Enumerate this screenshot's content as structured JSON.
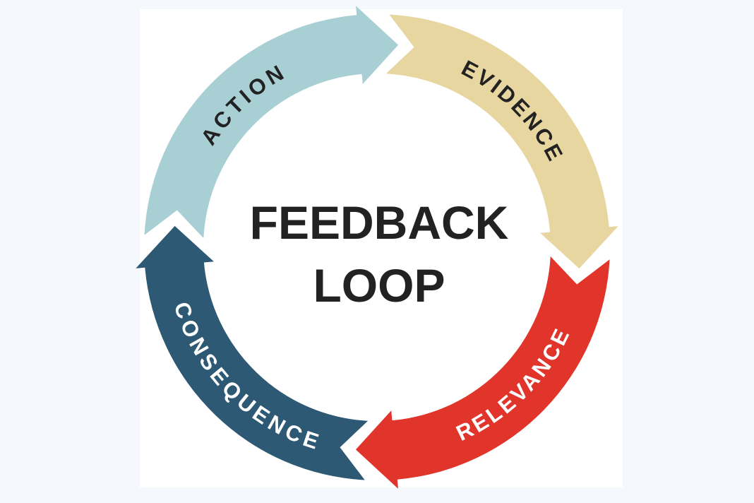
{
  "diagram": {
    "type": "cycle-diagram",
    "center": {
      "line1": "FEEDBACK",
      "line2": "LOOP"
    },
    "segments": [
      {
        "label": "ACTION",
        "color": "#a8cfd4",
        "label_color": "#232222",
        "position": "top-left"
      },
      {
        "label": "EVIDENCE",
        "color": "#e7d6a0",
        "label_color": "#232222",
        "position": "top-right"
      },
      {
        "label": "RELEVANCE",
        "color": "#e1342a",
        "label_color": "#ffffff",
        "position": "bottom-right"
      },
      {
        "label": "CONSEQUENCE",
        "color": "#2e5974",
        "label_color": "#ffffff",
        "position": "bottom-left"
      }
    ],
    "flow": "clockwise",
    "text_color": "#232222",
    "page_background": "#f5f8fc",
    "figure_background": "#ffffff"
  }
}
